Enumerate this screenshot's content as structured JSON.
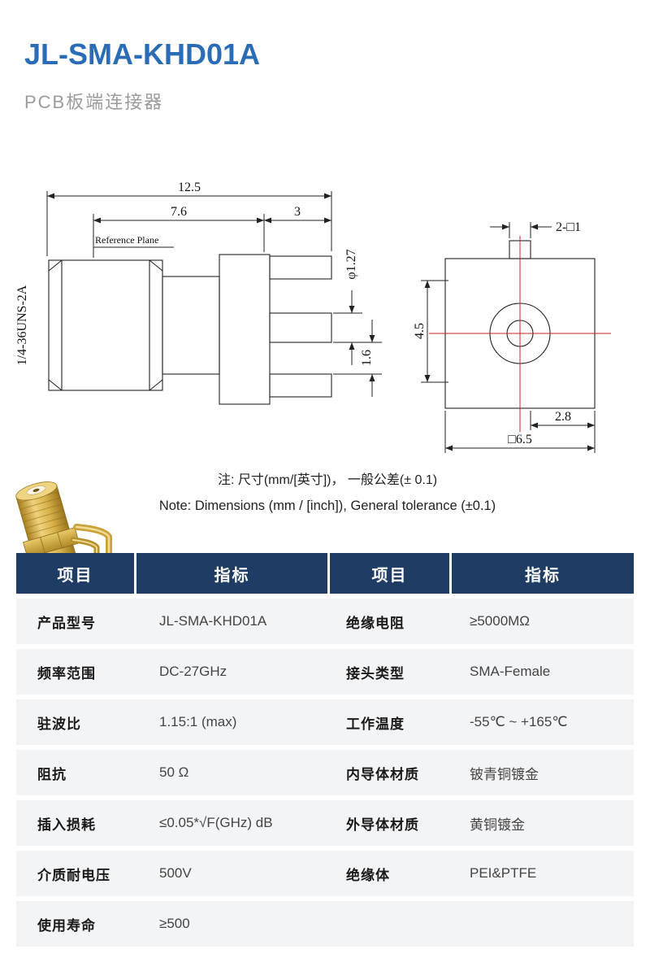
{
  "header": {
    "title": "JL-SMA-KHD01A",
    "subtitle": "PCB板端连接器"
  },
  "drawing": {
    "dim_total_length": "12.5",
    "dim_body_length": "7.6",
    "dim_tail_length": "3",
    "reference_plane_label": "Reference Plane",
    "thread_spec": "1/4-36UNS-2A",
    "dim_pin_diameter": "φ1.27",
    "dim_pin_gap": "1.6",
    "dim_square_pins": "2-□1",
    "dim_vertical": "4.5",
    "dim_pin_offset": "2.8",
    "dim_flange_square": "□6.5",
    "note_cn": "注: 尺寸(mm/[英寸])， 一般公差(± 0.1)",
    "note_en": "Note: Dimensions (mm / [inch]), General tolerance (±0.1)"
  },
  "table": {
    "headers": [
      "项目",
      "指标",
      "项目",
      "指标"
    ],
    "rows": [
      [
        "产品型号",
        "JL-SMA-KHD01A",
        "绝缘电阻",
        "≥5000MΩ"
      ],
      [
        "频率范围",
        "DC-27GHz",
        "接头类型",
        "SMA-Female"
      ],
      [
        "驻波比",
        "1.15:1 (max)",
        "工作温度",
        "-55℃ ~ +165℃"
      ],
      [
        "阻抗",
        "50 Ω",
        "内导体材质",
        "铍青铜镀金"
      ],
      [
        "插入损耗",
        "≤0.05*√F(GHz) dB",
        "外导体材质",
        "黄铜镀金"
      ],
      [
        "介质耐电压",
        "500V",
        "绝缘体",
        "PEI&PTFE"
      ],
      [
        "使用寿命",
        "≥500",
        "",
        ""
      ]
    ]
  }
}
